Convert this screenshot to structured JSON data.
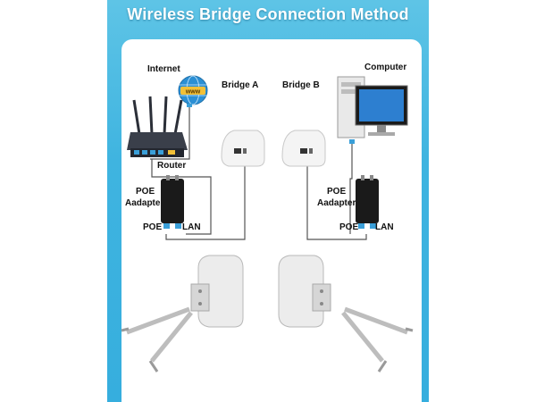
{
  "title": "Wireless Bridge Connection Method",
  "labels": {
    "internet": "Internet",
    "www": "www",
    "router": "Router",
    "bridge_a": "Bridge A",
    "bridge_b": "Bridge B",
    "computer": "Computer",
    "poe_adapter_left_1": "POE",
    "poe_adapter_left_2": "Aadapter",
    "poe_adapter_right_1": "POE",
    "poe_adapter_right_2": "Aadapter",
    "poe_port_left": "POE",
    "lan_port_left": "LAN",
    "poe_port_right": "POE",
    "lan_port_right": "LAN"
  },
  "colors": {
    "banner": "#3fb4e0",
    "cable": "#555555",
    "port": "#3a9fd8",
    "device_white": "#f2f2f2",
    "adapter_black": "#1a1a1a"
  }
}
